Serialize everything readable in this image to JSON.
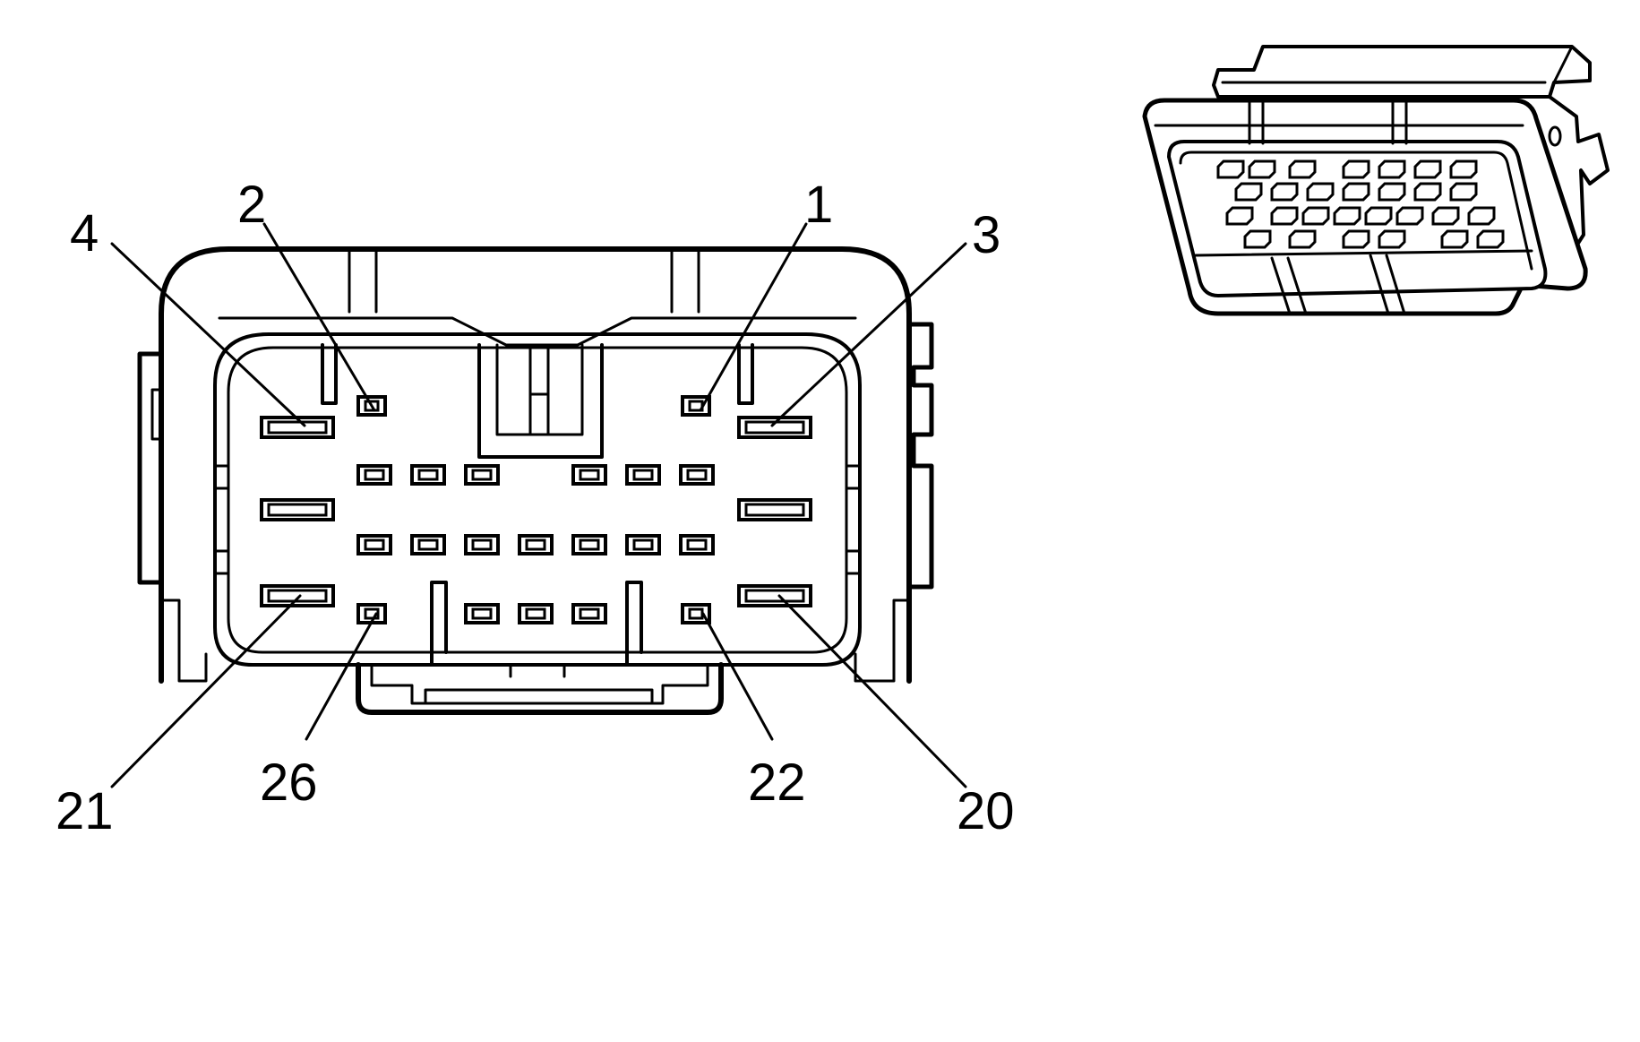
{
  "diagram": {
    "pin_labels": [
      {
        "id": "pin-1",
        "text": "1"
      },
      {
        "id": "pin-2",
        "text": "2"
      },
      {
        "id": "pin-3",
        "text": "3"
      },
      {
        "id": "pin-4",
        "text": "4"
      },
      {
        "id": "pin-20",
        "text": "20"
      },
      {
        "id": "pin-21",
        "text": "21"
      },
      {
        "id": "pin-22",
        "text": "22"
      },
      {
        "id": "pin-26",
        "text": "26"
      }
    ]
  }
}
